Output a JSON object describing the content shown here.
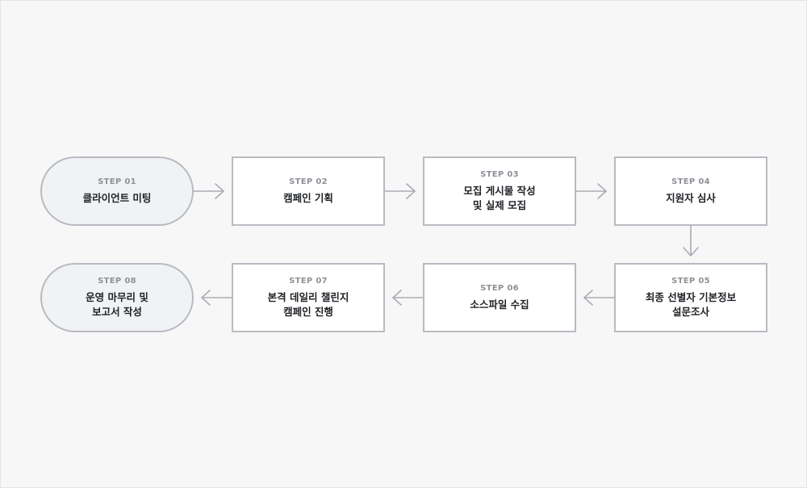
{
  "steps": [
    {
      "label": "STEP 01",
      "title": "클라이언트 미팅"
    },
    {
      "label": "STEP 02",
      "title": "캠페인 기획"
    },
    {
      "label": "STEP 03",
      "title": "모집 게시물 작성\n및 실제 모집"
    },
    {
      "label": "STEP 04",
      "title": "지원자 심사"
    },
    {
      "label": "STEP 05",
      "title": "최종 선별자 기본정보\n설문조사"
    },
    {
      "label": "STEP 06",
      "title": "소스파일 수집"
    },
    {
      "label": "STEP 07",
      "title": "본격 데일리 챌린지\n캠페인 진행"
    },
    {
      "label": "STEP 08",
      "title": "운영 마무리 및\n보고서 작성"
    }
  ],
  "colors": {
    "border": "#b7bbc1",
    "arrow": "#a9adb3",
    "pill_fill": "#f1f2f4",
    "background": "#f7f7f8"
  }
}
